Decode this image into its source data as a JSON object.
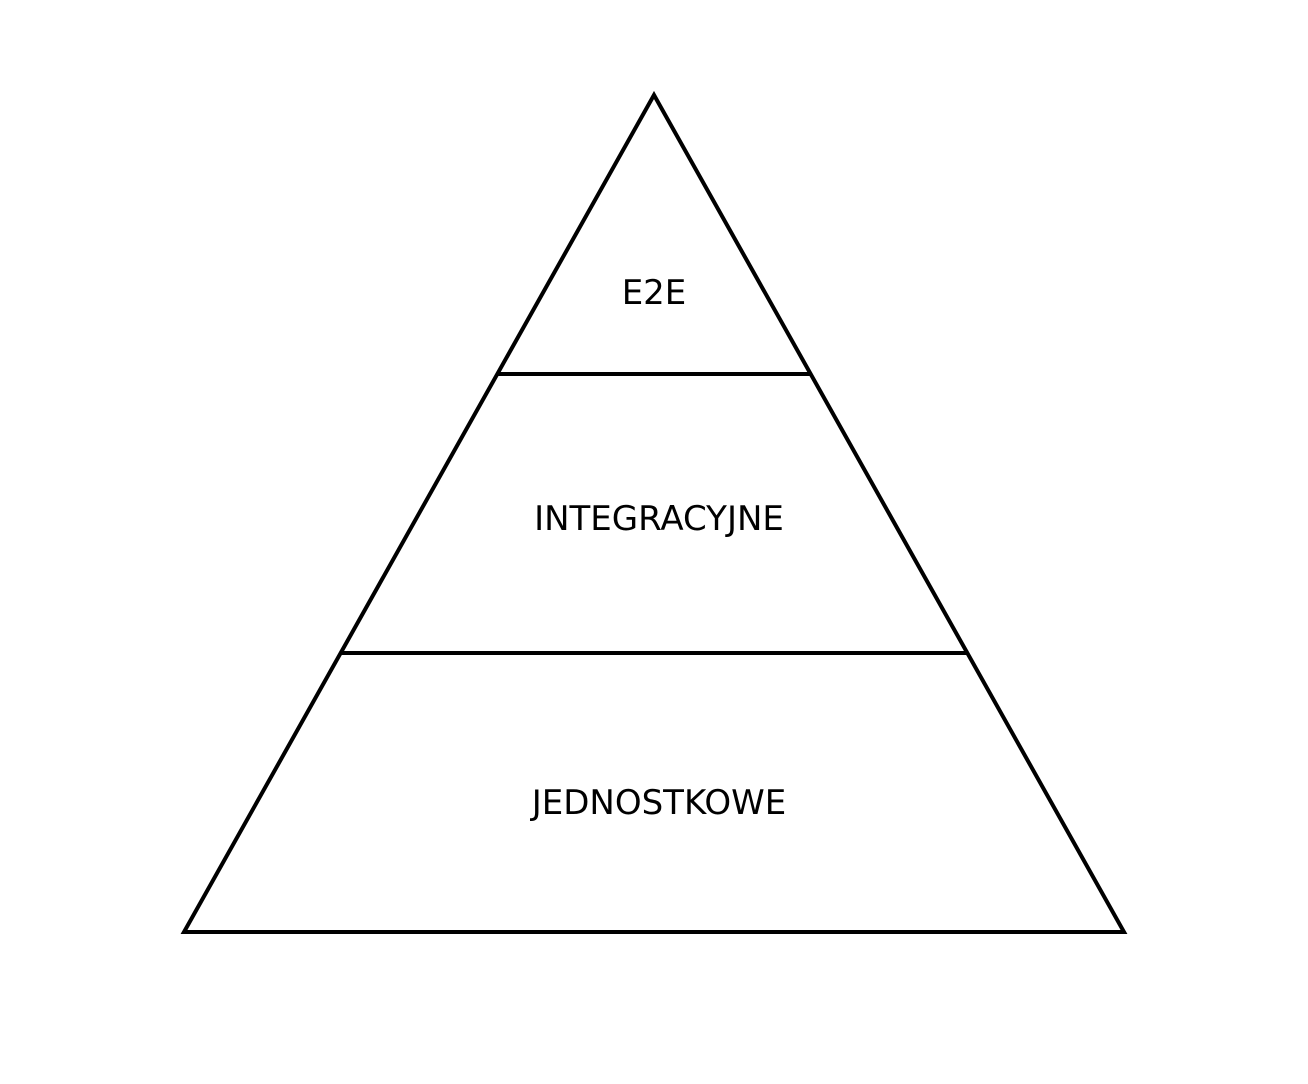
{
  "diagram": {
    "type": "pyramid",
    "stroke_color": "#000000",
    "background_color": "#ffffff",
    "tiers": [
      {
        "label": "E2E"
      },
      {
        "label": "INTEGRACYJNE"
      },
      {
        "label": "JEDNOSTKOWE"
      }
    ]
  }
}
